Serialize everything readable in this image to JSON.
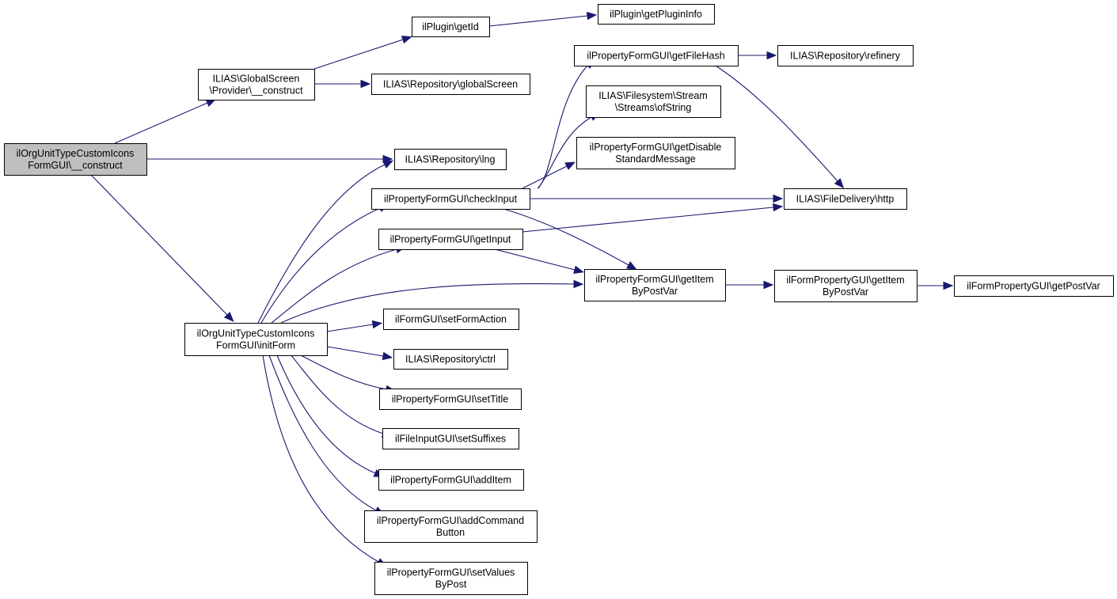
{
  "diagram": {
    "type": "call-graph",
    "nodes": [
      {
        "id": "n0",
        "lines": [
          "ilOrgUnitTypeCustomIcons",
          "FormGUI\\__construct"
        ],
        "highlight": true
      },
      {
        "id": "n1",
        "lines": [
          "ILIAS\\GlobalScreen",
          "\\Provider\\__construct"
        ]
      },
      {
        "id": "n2",
        "lines": [
          "ILIAS\\Repository\\lng"
        ]
      },
      {
        "id": "n3",
        "lines": [
          "ilOrgUnitTypeCustomIcons",
          "FormGUI\\initForm"
        ]
      },
      {
        "id": "n4",
        "lines": [
          "ilPlugin\\getId"
        ]
      },
      {
        "id": "n5",
        "lines": [
          "ILIAS\\Repository\\globalScreen"
        ]
      },
      {
        "id": "n6",
        "lines": [
          "ilPlugin\\getPluginInfo"
        ]
      },
      {
        "id": "n7",
        "lines": [
          "ilPropertyFormGUI\\checkInput"
        ]
      },
      {
        "id": "n8",
        "lines": [
          "ilPropertyFormGUI\\getInput"
        ]
      },
      {
        "id": "n9",
        "lines": [
          "ilPropertyFormGUI\\getItem",
          "ByPostVar"
        ]
      },
      {
        "id": "n10",
        "lines": [
          "ilFormGUI\\setFormAction"
        ]
      },
      {
        "id": "n11",
        "lines": [
          "ILIAS\\Repository\\ctrl"
        ]
      },
      {
        "id": "n12",
        "lines": [
          "ilPropertyFormGUI\\setTitle"
        ]
      },
      {
        "id": "n13",
        "lines": [
          "ilFileInputGUI\\setSuffixes"
        ]
      },
      {
        "id": "n14",
        "lines": [
          "ilPropertyFormGUI\\addItem"
        ]
      },
      {
        "id": "n15",
        "lines": [
          "ilPropertyFormGUI\\addCommand",
          "Button"
        ]
      },
      {
        "id": "n16",
        "lines": [
          "ilPropertyFormGUI\\setValues",
          "ByPost"
        ]
      },
      {
        "id": "n17",
        "lines": [
          "ILIAS\\FileDelivery\\http"
        ]
      },
      {
        "id": "n18",
        "lines": [
          "ilPropertyFormGUI\\getDisable",
          "StandardMessage"
        ]
      },
      {
        "id": "n19",
        "lines": [
          "ilPropertyFormGUI\\getFileHash"
        ]
      },
      {
        "id": "n20",
        "lines": [
          "ILIAS\\Filesystem\\Stream",
          "\\Streams\\ofString"
        ]
      },
      {
        "id": "n21",
        "lines": [
          "ILIAS\\Repository\\refinery"
        ]
      },
      {
        "id": "n22",
        "lines": [
          "ilFormPropertyGUI\\getItem",
          "ByPostVar"
        ]
      },
      {
        "id": "n23",
        "lines": [
          "ilFormPropertyGUI\\getPostVar"
        ]
      }
    ],
    "edges": [
      {
        "from": "n0",
        "to": "n1"
      },
      {
        "from": "n0",
        "to": "n2"
      },
      {
        "from": "n0",
        "to": "n3"
      },
      {
        "from": "n1",
        "to": "n4"
      },
      {
        "from": "n1",
        "to": "n5"
      },
      {
        "from": "n4",
        "to": "n6"
      },
      {
        "from": "n3",
        "to": "n2"
      },
      {
        "from": "n3",
        "to": "n7"
      },
      {
        "from": "n3",
        "to": "n8"
      },
      {
        "from": "n3",
        "to": "n9"
      },
      {
        "from": "n3",
        "to": "n10"
      },
      {
        "from": "n3",
        "to": "n11"
      },
      {
        "from": "n3",
        "to": "n12"
      },
      {
        "from": "n3",
        "to": "n13"
      },
      {
        "from": "n3",
        "to": "n14"
      },
      {
        "from": "n3",
        "to": "n15"
      },
      {
        "from": "n3",
        "to": "n16"
      },
      {
        "from": "n7",
        "to": "n19"
      },
      {
        "from": "n7",
        "to": "n20"
      },
      {
        "from": "n7",
        "to": "n18"
      },
      {
        "from": "n7",
        "to": "n17"
      },
      {
        "from": "n7",
        "to": "n9"
      },
      {
        "from": "n8",
        "to": "n17"
      },
      {
        "from": "n8",
        "to": "n9"
      },
      {
        "from": "n19",
        "to": "n21"
      },
      {
        "from": "n19",
        "to": "n17"
      },
      {
        "from": "n9",
        "to": "n22"
      },
      {
        "from": "n22",
        "to": "n23"
      }
    ],
    "colors": {
      "edge": "#191970",
      "highlight_fill": "#bfbfbf",
      "node_fill": "#ffffff",
      "node_stroke": "#000000"
    }
  }
}
